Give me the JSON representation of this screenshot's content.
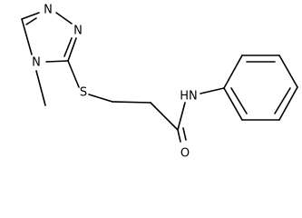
{
  "molecule": {
    "atom_labels": {
      "triazole_n1": "N",
      "triazole_n2": "N",
      "triazole_n4": "N",
      "sulfur": "S",
      "amide_nh": "HN",
      "carbonyl_o": "O"
    },
    "colors": {
      "bond": "#000000",
      "label": "#000000",
      "background": "#ffffff"
    }
  }
}
